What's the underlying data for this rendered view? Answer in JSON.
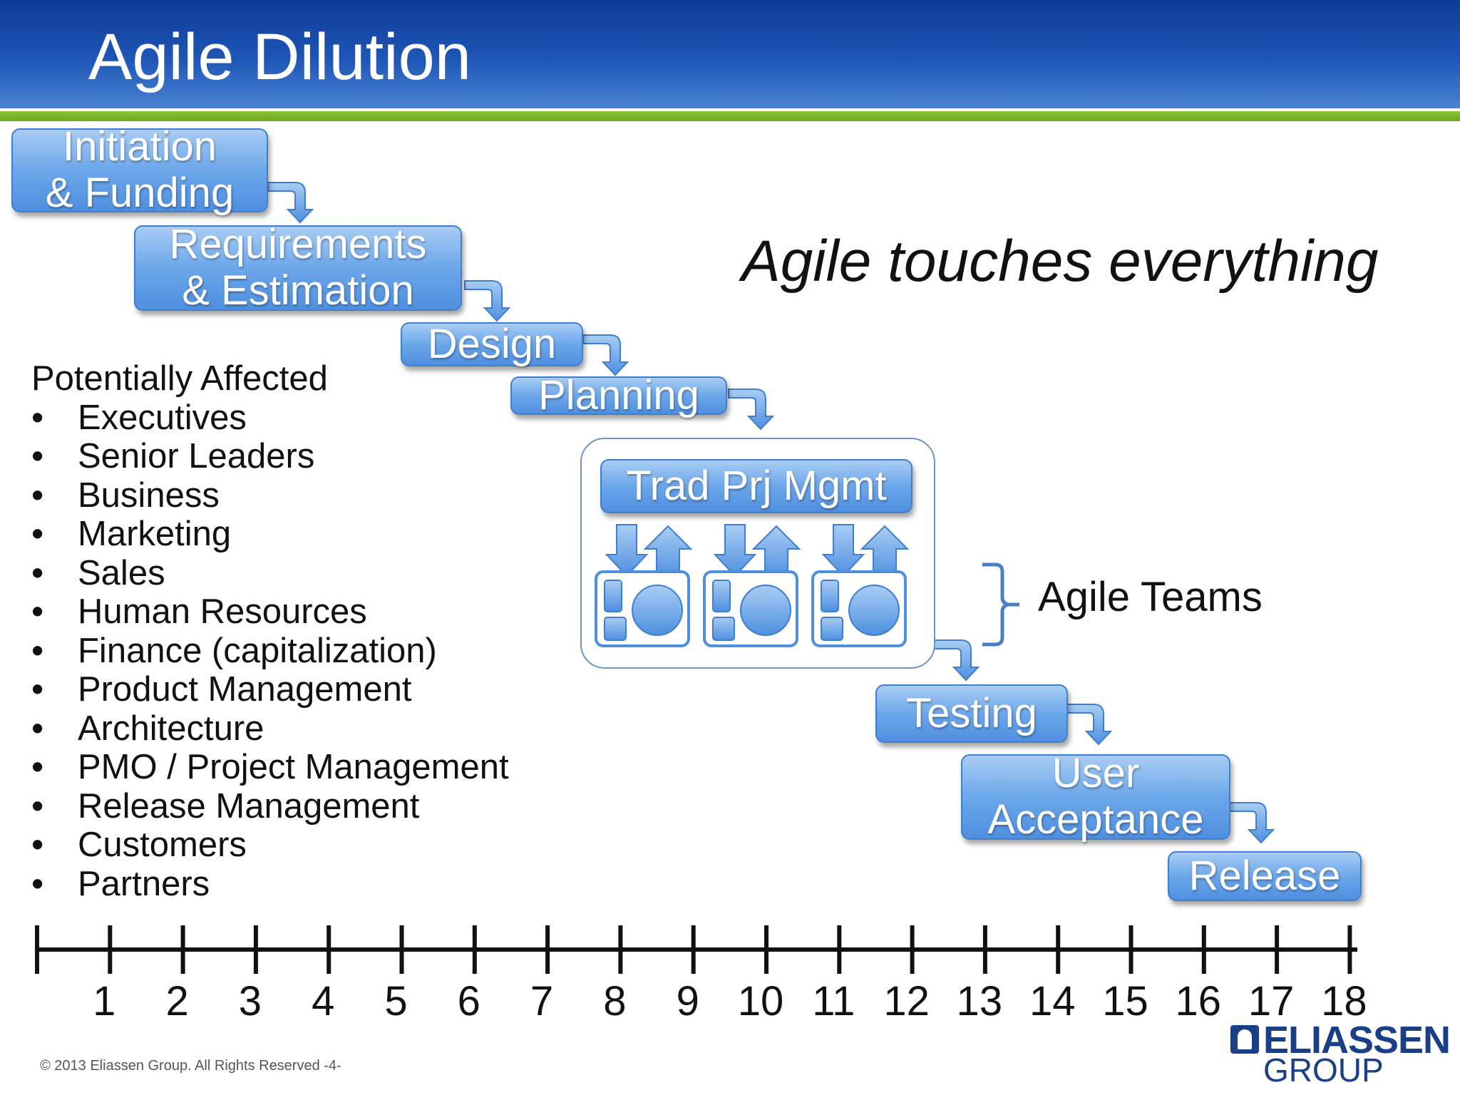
{
  "slide": {
    "title": "Agile Dilution",
    "tagline": "Agile touches everything",
    "footer": "© 2013 Eliassen Group. All Rights Reserved -4-"
  },
  "phases": [
    {
      "line1": "Initiation",
      "line2": "& Funding"
    },
    {
      "line1": "Requirements",
      "line2": "& Estimation"
    },
    {
      "line1": "Design"
    },
    {
      "line1": "Planning"
    },
    {
      "line1": "Trad Prj Mgmt"
    },
    {
      "line1": "Testing"
    },
    {
      "line1": "User",
      "line2": "Acceptance"
    },
    {
      "line1": "Release"
    }
  ],
  "agile_teams": {
    "label": "Agile Teams",
    "count": 3
  },
  "affected": {
    "heading": "Potentially Affected",
    "items": [
      "Executives",
      "Senior Leaders",
      "Business",
      "Marketing",
      "Sales",
      "Human Resources",
      "Finance (capitalization)",
      "Product Management",
      "Architecture",
      "PMO / Project Management",
      "Release Management",
      "Customers",
      "Partners"
    ]
  },
  "timeline": {
    "ticks": [
      "1",
      "2",
      "3",
      "4",
      "5",
      "6",
      "7",
      "8",
      "9",
      "10",
      "11",
      "12",
      "13",
      "14",
      "15",
      "16",
      "17",
      "18"
    ]
  },
  "logo": {
    "line1": "ELIASSEN",
    "line2": "GROUP"
  },
  "colors": {
    "header_blue": "#1f56b6",
    "accent_green": "#7cb82f",
    "phase_blue": "#6ea8ea"
  }
}
